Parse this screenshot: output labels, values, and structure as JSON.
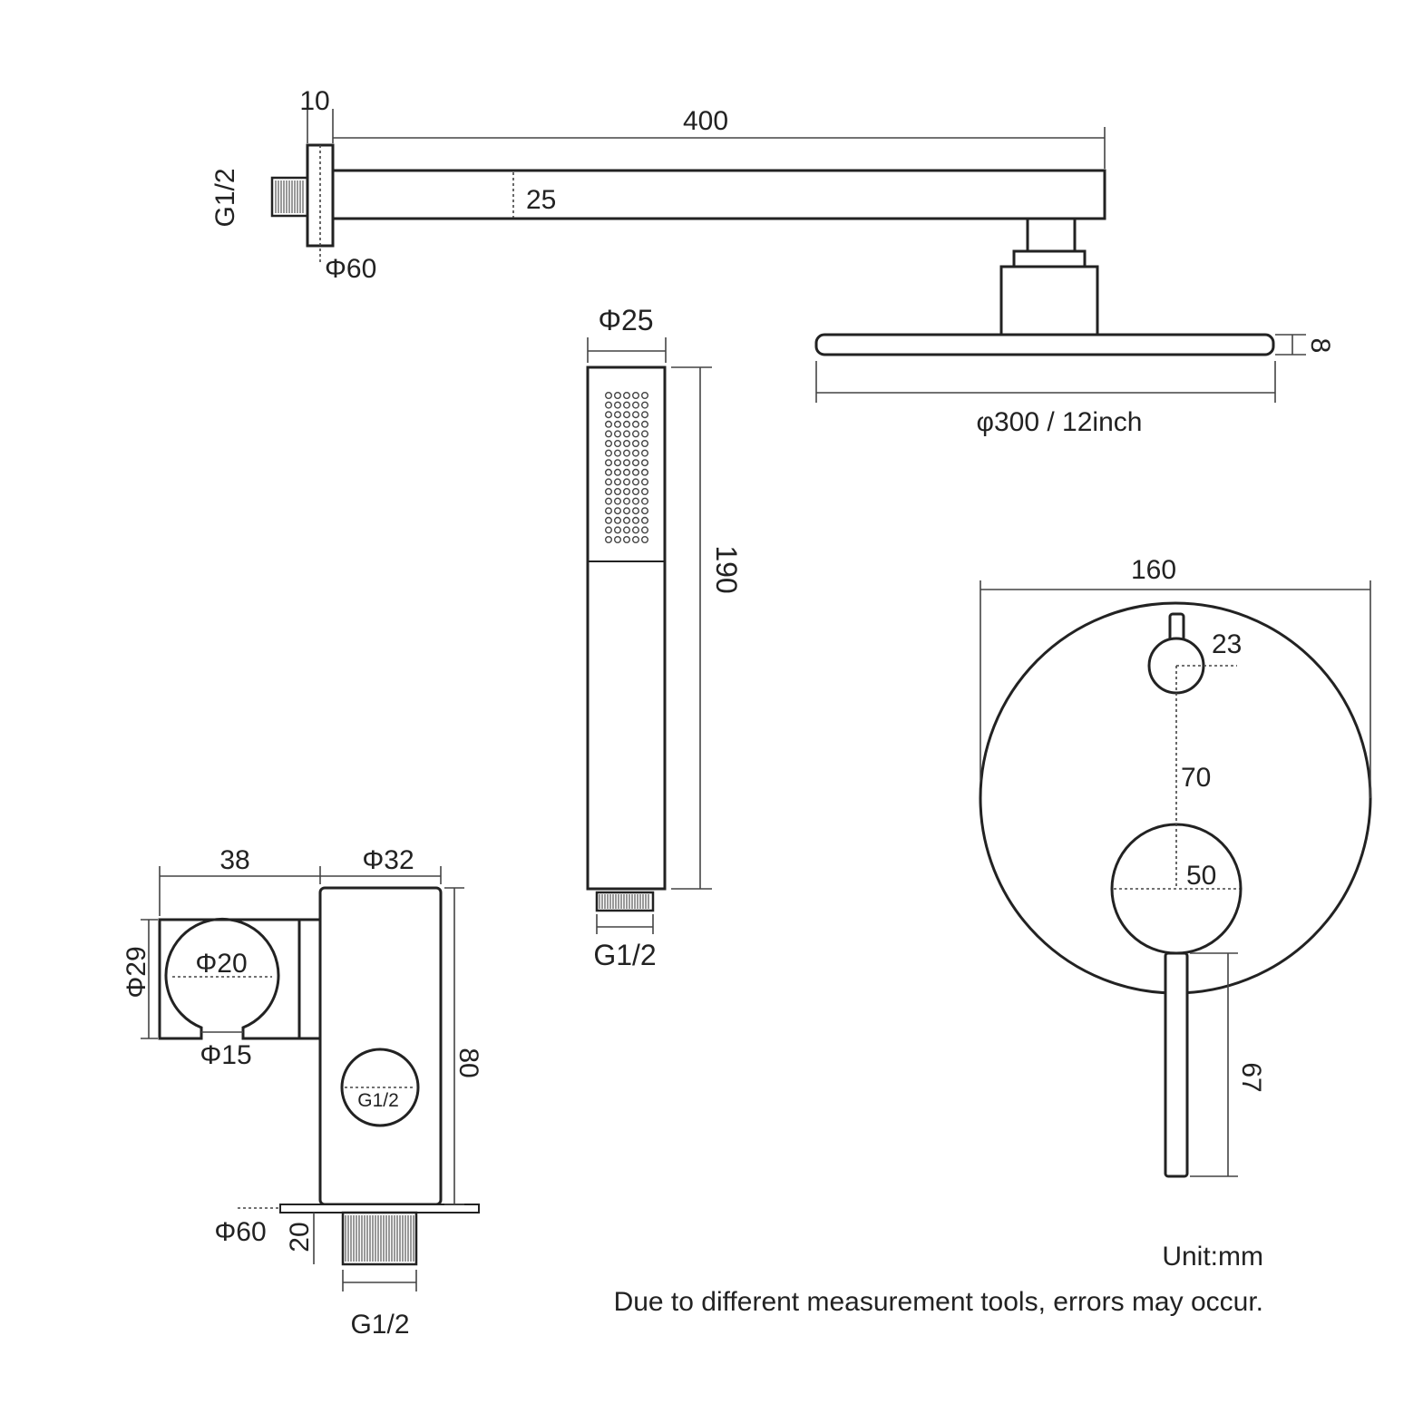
{
  "shower_arm": {
    "flange_thickness": "10",
    "arm_length": "400",
    "arm_height": "25",
    "inlet_thread": "G1/2",
    "flange_diameter": "Φ60"
  },
  "shower_head": {
    "thickness": "8",
    "diameter": "φ300 / 12inch"
  },
  "hand_shower": {
    "diameter": "Φ25",
    "length": "190",
    "thread": "G1/2"
  },
  "mixer": {
    "plate_diameter": "160",
    "diverter_diameter": "23",
    "spacing": "70",
    "knob_diameter": "50",
    "lever_length": "67"
  },
  "wall_holder": {
    "holder_width": "38",
    "body_diameter": "Φ32",
    "cradle_height": "Φ29",
    "cradle_diameter": "Φ20",
    "slot_width": "Φ15",
    "body_height": "80",
    "outlet_thread": "G1/2",
    "flange_diameter": "Φ60",
    "thread_length": "20",
    "bottom_thread": "G1/2"
  },
  "notes": {
    "unit": "Unit:mm",
    "disclaimer": "Due to different measurement tools, errors may occur."
  },
  "colors": {
    "line": "#222222",
    "background": "#ffffff"
  }
}
